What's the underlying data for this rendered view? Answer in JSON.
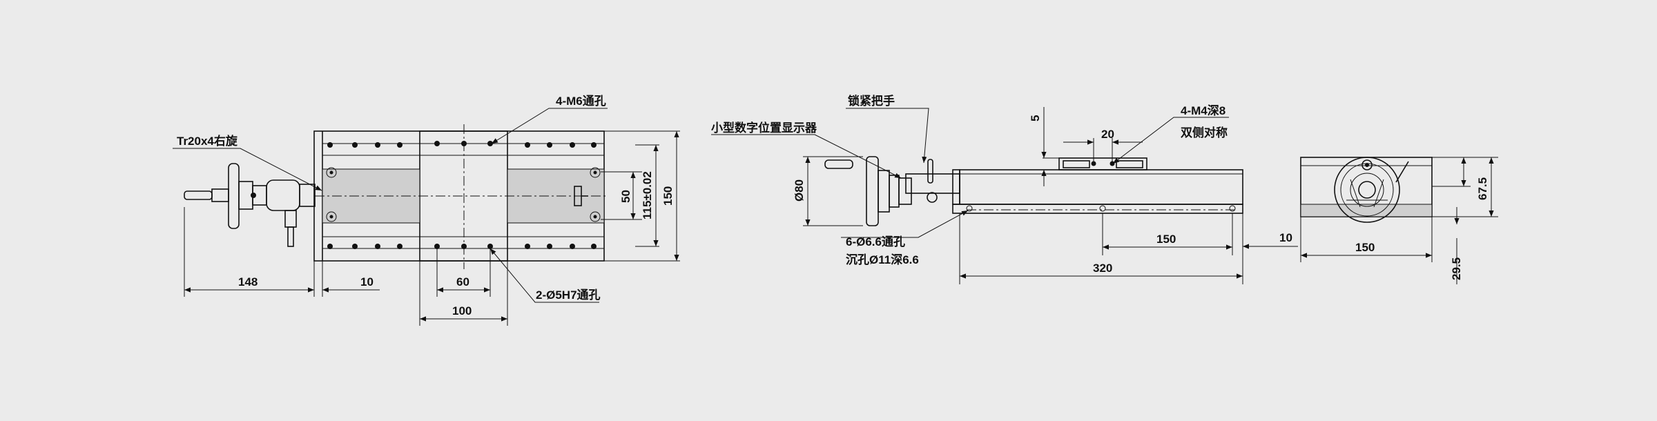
{
  "labels": {
    "thread": "Tr20x4右旋",
    "m6_holes": "4-M6通孔",
    "pin_holes": "2-Ø5H7通孔",
    "display": "小型数字位置显示器",
    "lock_handle": "锁紧把手",
    "m4_holes": "4-M4深8",
    "symmetric": "双侧对称",
    "through_holes": "6-Ø6.6通孔",
    "counterbore": "沉孔Ø11深6.6"
  },
  "dims": {
    "d148": "148",
    "d10_left": "10",
    "d60": "60",
    "d100": "100",
    "d50": "50",
    "d115": "115±0.02",
    "d150_right": "150",
    "d80": "Ø80",
    "d5": "5",
    "d20": "20",
    "d150_side": "150",
    "d320": "320",
    "d10_mid": "10",
    "d150_end": "150",
    "d67_5": "67.5",
    "d29_5": "29.5"
  }
}
